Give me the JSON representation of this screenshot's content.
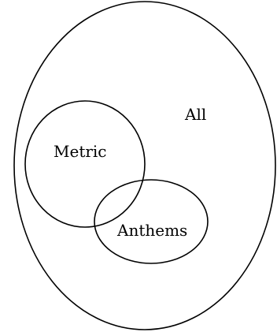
{
  "diagram": {
    "type": "venn",
    "sets": [
      {
        "id": "all",
        "label": "All"
      },
      {
        "id": "metric",
        "label": "Metric"
      },
      {
        "id": "anthems",
        "label": "Anthems"
      }
    ],
    "relations": [
      {
        "type": "contains",
        "outer": "all",
        "inner": "metric"
      },
      {
        "type": "contains",
        "outer": "all",
        "inner": "anthems"
      },
      {
        "type": "overlaps",
        "a": "metric",
        "b": "anthems"
      }
    ],
    "stroke_color": "#000000",
    "background_color": "#ffffff"
  }
}
